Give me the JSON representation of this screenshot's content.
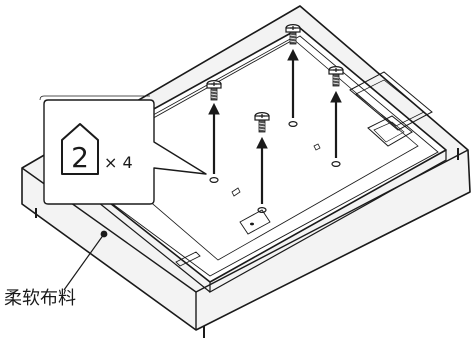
{
  "callout": {
    "part_number": "2",
    "quantity_text": "× 4"
  },
  "labels": {
    "cloth": "柔软布料"
  },
  "colors": {
    "line": "#1a1a1a",
    "cloth_fill": "#f2f2f2",
    "panel_fill": "#ffffff",
    "callout_fill": "#ffffff"
  }
}
